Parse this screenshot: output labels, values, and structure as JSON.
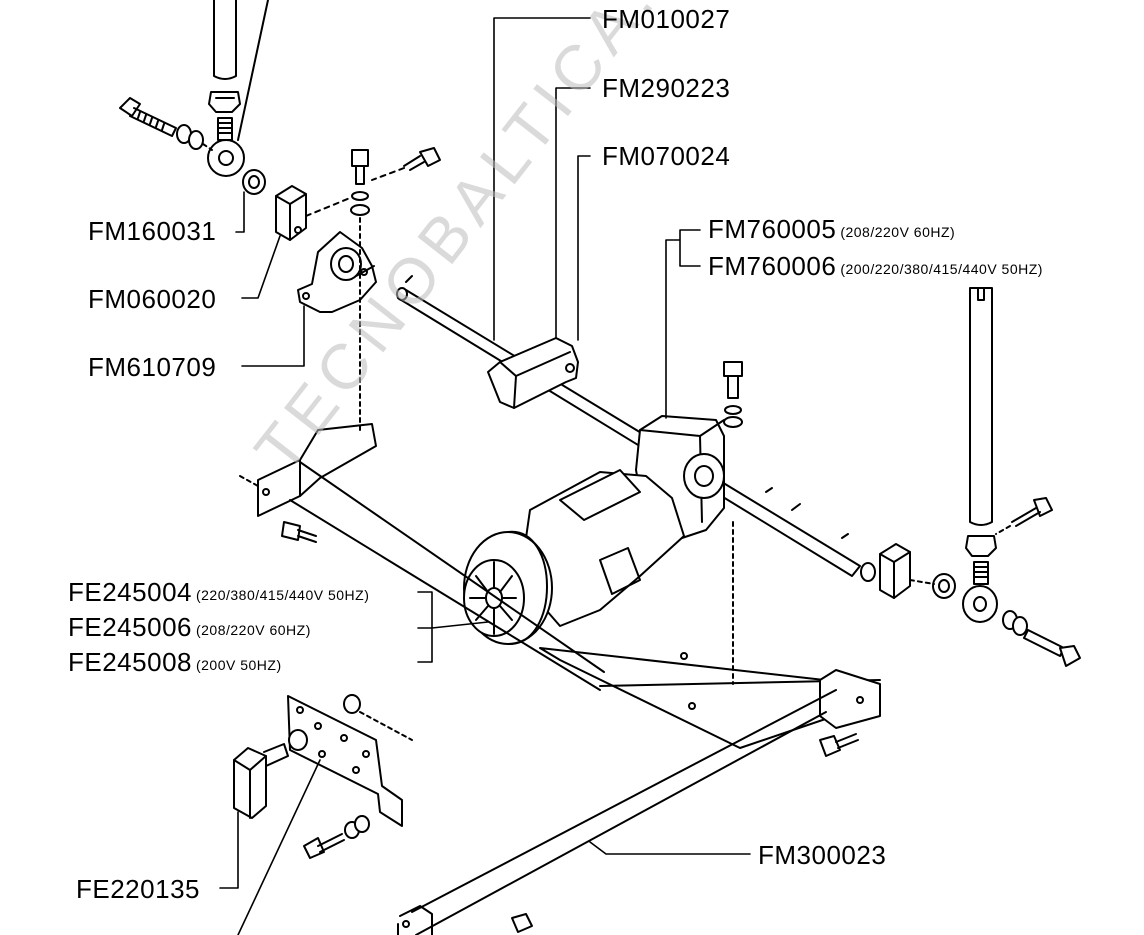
{
  "parts": {
    "fm010027": {
      "code": "FM010027",
      "note": ""
    },
    "fm290223": {
      "code": "FM290223",
      "note": ""
    },
    "fm070024": {
      "code": "FM070024",
      "note": ""
    },
    "fm760005": {
      "code": "FM760005",
      "note": "(208/220V 60HZ)"
    },
    "fm760006": {
      "code": "FM760006",
      "note": "(200/220/380/415/440V 50HZ)"
    },
    "fm160031": {
      "code": "FM160031",
      "note": ""
    },
    "fm060020": {
      "code": "FM060020",
      "note": ""
    },
    "fm610709": {
      "code": "FM610709",
      "note": ""
    },
    "fe245004": {
      "code": "FE245004",
      "note": "(220/380/415/440V 50HZ)"
    },
    "fe245006": {
      "code": "FE245006",
      "note": "(208/220V 60HZ)"
    },
    "fe245008": {
      "code": "FE245008",
      "note": "(200V 50HZ)"
    },
    "fe220135": {
      "code": "FE220135",
      "note": ""
    },
    "fm300023": {
      "code": "FM300023",
      "note": ""
    }
  },
  "watermark": "TECNOBALTICA.COM"
}
